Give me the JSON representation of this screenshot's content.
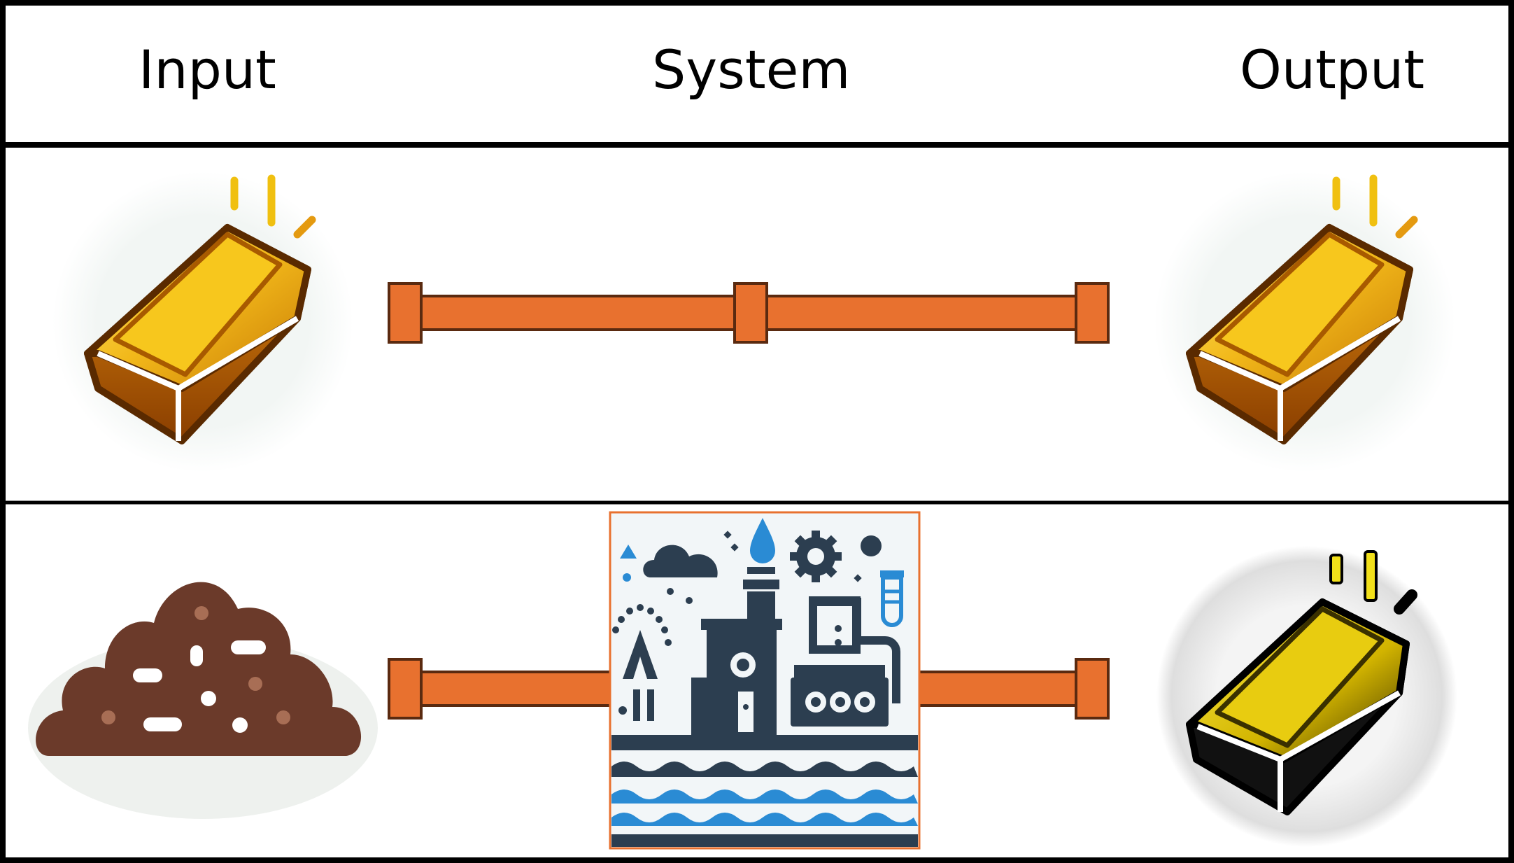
{
  "headers": {
    "input": "Input",
    "system": "System",
    "output": "Output"
  },
  "rows": [
    {
      "input_icon": "gold-bar-icon",
      "system": "straight-pipe",
      "output_icon": "gold-bar-icon"
    },
    {
      "input_icon": "ore-pile-icon",
      "system": "processing-plant-icon",
      "output_icon": "dark-gold-bar-icon"
    }
  ],
  "colors": {
    "pipe": "#e8712f",
    "pipe_stroke": "#5a2a10",
    "gold_light": "#ffe033",
    "gold_dark": "#b86400",
    "ore": "#6b3a2a",
    "plant_dark": "#2c3e50",
    "plant_blue": "#2a8bd4"
  }
}
